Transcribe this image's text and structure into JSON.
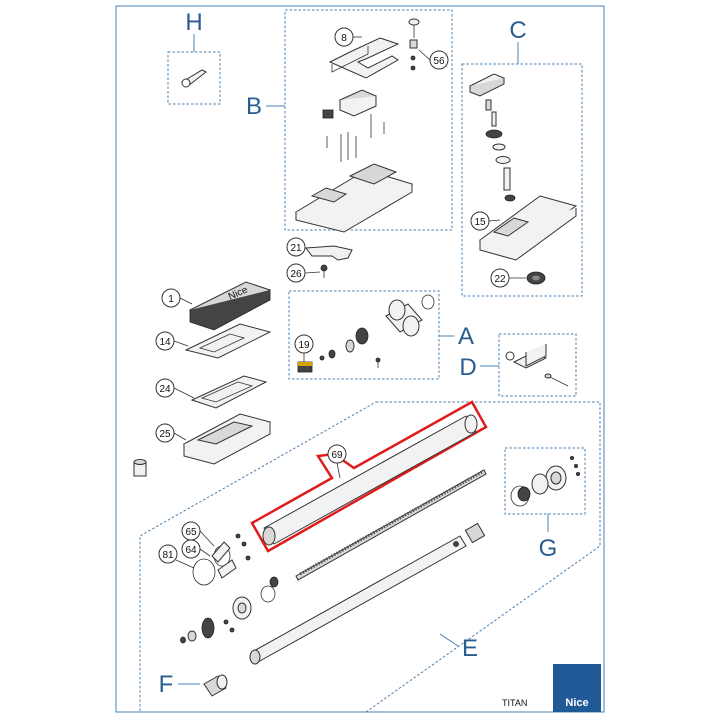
{
  "groups": {
    "H": "H",
    "B": "B",
    "C": "C",
    "A": "A",
    "D": "D",
    "E": "E",
    "F": "F",
    "G": "G"
  },
  "parts": {
    "p8": "8",
    "p56": "56",
    "p15": "15",
    "p22": "22",
    "p21": "21",
    "p26": "26",
    "p1": "1",
    "p14": "14",
    "p24": "24",
    "p25": "25",
    "p19": "19",
    "p69": "69",
    "p65": "65",
    "p64": "64",
    "p81": "81"
  },
  "cover_logo": "Nice",
  "footer": {
    "model": "TITAN",
    "brand": "Nice"
  },
  "colors": {
    "group_label": "#2a5d8f",
    "group_frame": "#4a7fb0",
    "highlight": "#e01b1b",
    "brand_bg": "#1f5a96"
  }
}
